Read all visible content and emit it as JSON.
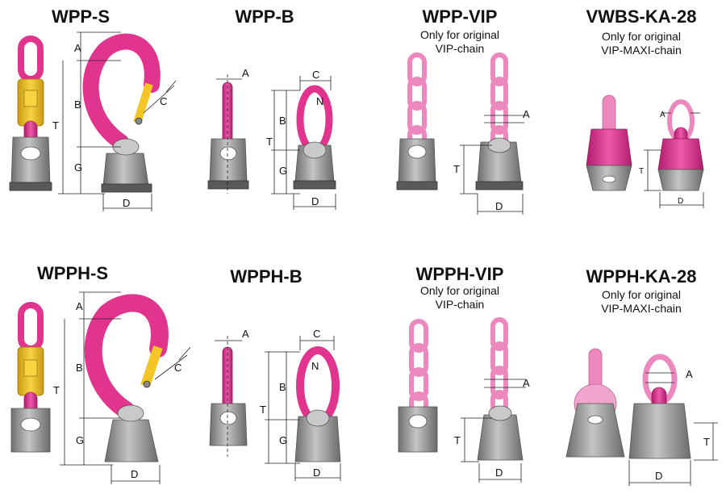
{
  "panels": [
    {
      "title": "WPP-S"
    },
    {
      "title": "WPP-B"
    },
    {
      "title": "WPP-VIP",
      "note": [
        "Only for original",
        "VIP-chain"
      ]
    },
    {
      "title": "VWBS-KA-28",
      "note": [
        "Only for original",
        "VIP-MAXI-chain"
      ]
    },
    {
      "title": "WPPH-S"
    },
    {
      "title": "WPPH-B"
    },
    {
      "title": "WPPH-VIP",
      "note": [
        "Only for original",
        "VIP-chain"
      ]
    },
    {
      "title": "WPPH-KA-28",
      "note": [
        "Only for original",
        "VIP-MAXI-chain"
      ]
    }
  ],
  "dimensions": {
    "A": "A",
    "B": "B",
    "C": "C",
    "D": "D",
    "G": "G",
    "T": "T",
    "N": "N"
  },
  "colors": {
    "pink": "#e0348e",
    "pink_light": "#ec88bd",
    "yellow": "#f3c526",
    "grey": "#9fa0a0",
    "grey_dark": "#555555"
  }
}
